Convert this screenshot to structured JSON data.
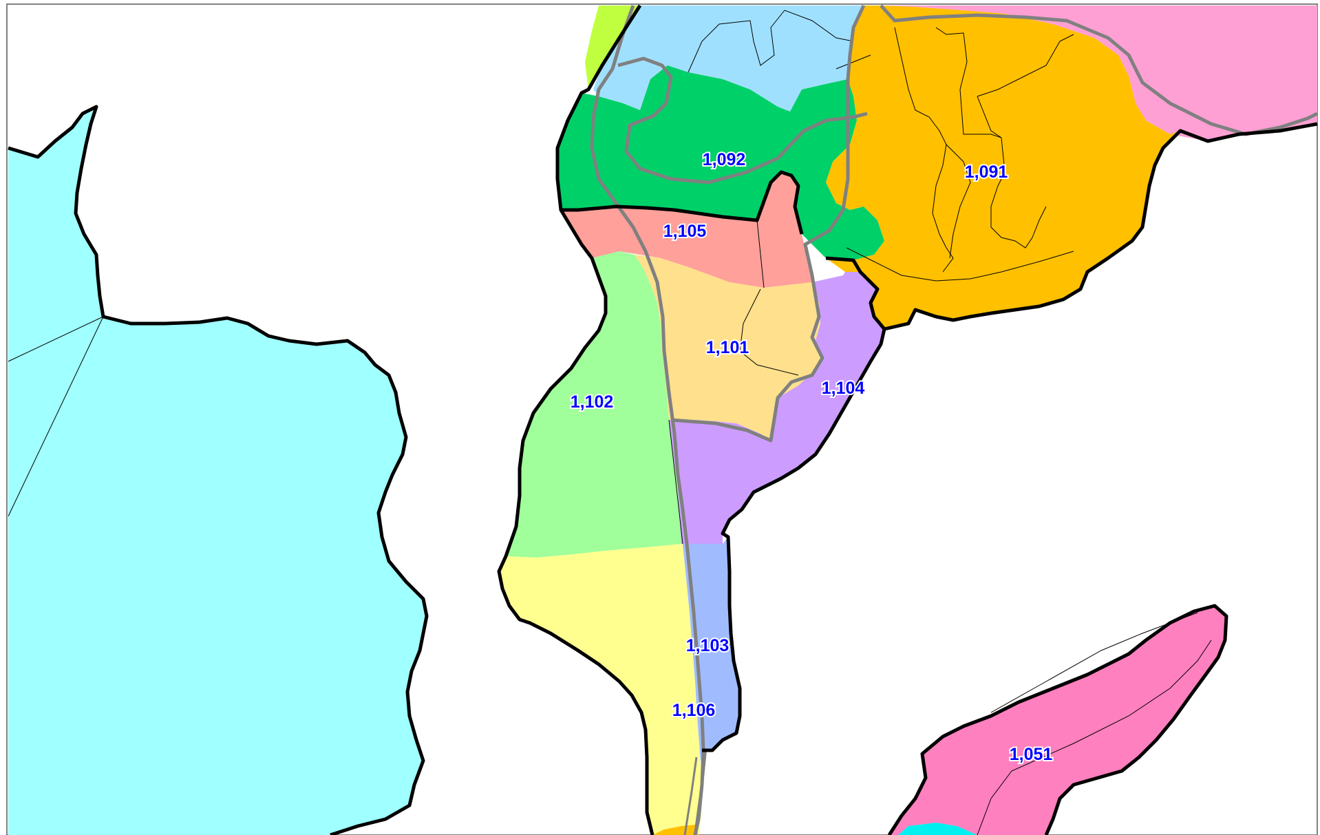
{
  "map": {
    "frame_color": "#808080",
    "label_color": "#0000ff",
    "zones": [
      {
        "id": "zone-1092",
        "label": "1,092",
        "fill": "#00d068"
      },
      {
        "id": "zone-1091",
        "label": "1,091",
        "fill": "#ffc000"
      },
      {
        "id": "zone-1105",
        "label": "1,105",
        "fill": "#ffa09a"
      },
      {
        "id": "zone-1101",
        "label": "1,101",
        "fill": "#ffe08c"
      },
      {
        "id": "zone-1102",
        "label": "1,102",
        "fill": "#a0ff9a"
      },
      {
        "id": "zone-1104",
        "label": "1,104",
        "fill": "#cc9dff"
      },
      {
        "id": "zone-1103",
        "label": "1,103",
        "fill": "#a0bcff"
      },
      {
        "id": "zone-1106",
        "label": "1,106",
        "fill": "#ffff90"
      },
      {
        "id": "zone-1051",
        "label": "1,051",
        "fill": "#ff80bf"
      }
    ],
    "unlabeled_zones": [
      {
        "id": "zone-west",
        "fill": "#a0ffff"
      },
      {
        "id": "zone-north-blue",
        "fill": "#a0e0ff"
      },
      {
        "id": "zone-northeast-pink",
        "fill": "#ffa0d4"
      },
      {
        "id": "zone-north-lime",
        "fill": "#c0ff40"
      },
      {
        "id": "zone-south-cyan",
        "fill": "#00f0f0"
      },
      {
        "id": "zone-south-orange",
        "fill": "#ffc000"
      }
    ]
  }
}
